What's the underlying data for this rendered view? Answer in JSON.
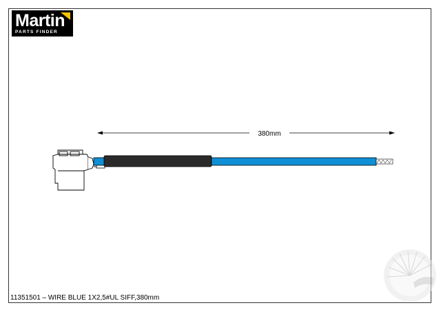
{
  "logo": {
    "brand": "Martin",
    "tagline": "PARTS FINDER",
    "accent_color": "#f2c200"
  },
  "dimension": {
    "label": "380mm"
  },
  "caption": "11351501 – WIRE BLUE 1X2,5#UL SIFF,380mm",
  "colors": {
    "wire": "#0f8fd6",
    "sleeve": "#2a2a2a",
    "outline": "#000000"
  },
  "icons": [
    "connector-icon",
    "watermark-icon"
  ]
}
